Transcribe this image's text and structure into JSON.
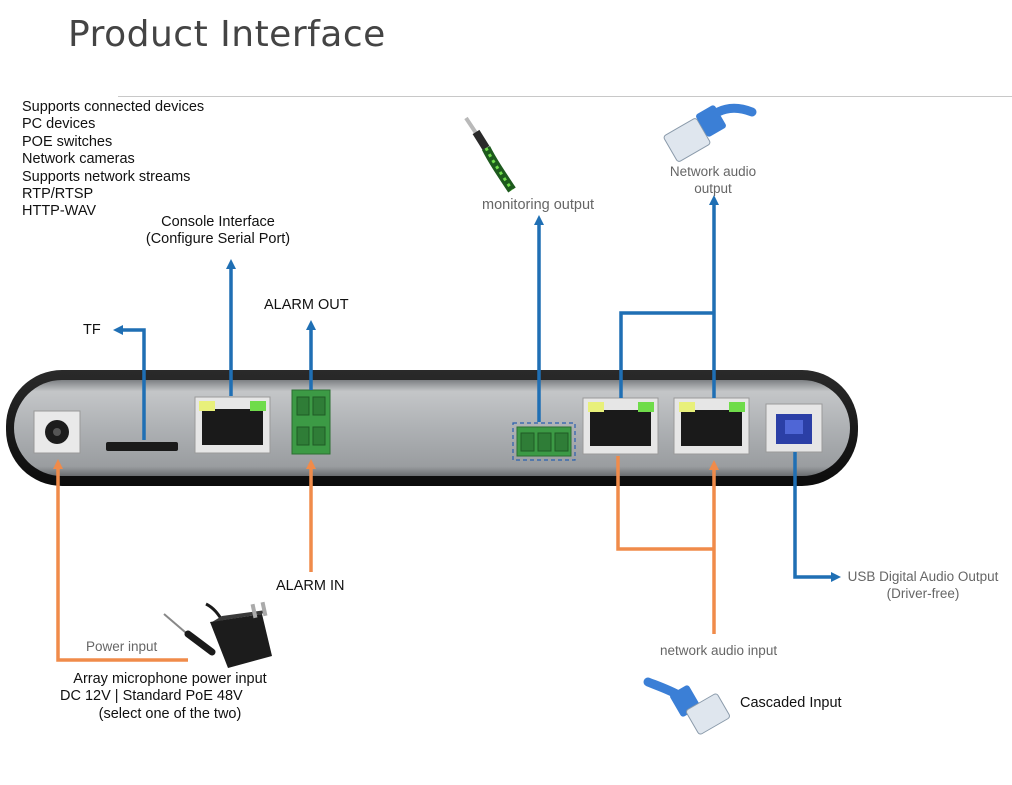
{
  "header": {
    "title": "Product Interface"
  },
  "supported_devices": [
    "Supports connected devices",
    "PC devices",
    "POE switches",
    "Network cameras",
    "Supports network streams",
    "RTP/RTSP",
    "HTTP-WAV"
  ],
  "labels": {
    "console_line1": "Console Interface",
    "console_line2": "(Configure Serial Port)",
    "alarm_out": "ALARM OUT",
    "alarm_in": "ALARM IN",
    "tf": "TF",
    "monitoring_output": "monitoring output",
    "network_audio_output_line1": "Network audio",
    "network_audio_output_line2": "output",
    "usb_line1": "USB Digital Audio Output",
    "usb_line2": "(Driver-free)",
    "network_audio_input": "network audio input",
    "cascaded_input": "Cascaded Input",
    "power_input": "Power input",
    "power_desc_line1": "Array microphone power input",
    "power_desc_line2": "DC 12V | Standard PoE 48V",
    "power_desc_line3": "(select one of the two)"
  },
  "colors": {
    "output_arrow": "#1f6fb4",
    "input_arrow": "#f08b4a",
    "device_body": "#a9acaf",
    "terminal_green": "#3c9a45",
    "led_green": "#6fdc4a",
    "led_yellow": "#e8f07a",
    "usb_blue": "#2b3fa6",
    "cable_blue": "#3b7fd6"
  },
  "icons": [
    "audio-jack-cable-icon",
    "ethernet-cable-icon",
    "power-adapter-icon"
  ]
}
